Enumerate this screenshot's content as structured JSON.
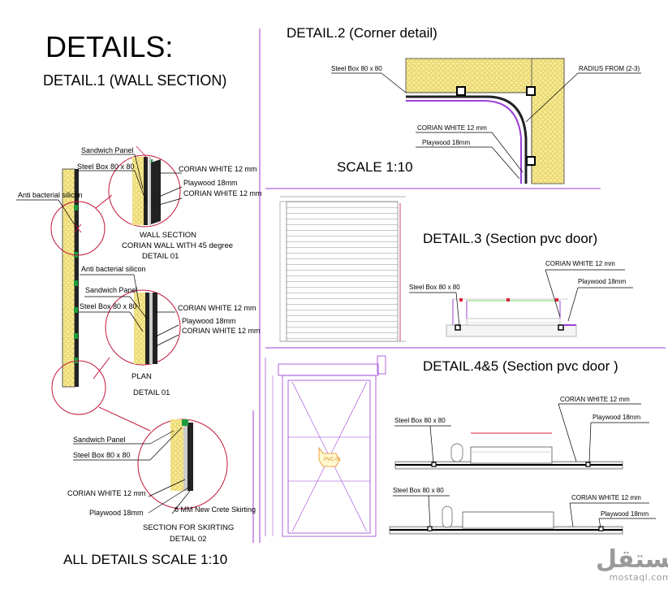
{
  "sheet": {
    "title": "DETAILS:",
    "footer": "ALL DETAILS SCALE 1:10"
  },
  "detail1": {
    "title": "DETAIL.1 (WALL SECTION)",
    "callout_top": {
      "sandwich_panel": "Sandwich Panel",
      "steel_box": "Steel Box 80 x 80",
      "anti_bacterial": "Anti bacterial silicon",
      "corian_white_1": "CORIAN WHITE 12 mm",
      "plywood": "Playwood 18mm",
      "corian_white_2": "CORIAN WHITE 12 mm",
      "caption_1": "WALL SECTION",
      "caption_2": "CORIAN WALL WITH 45 degree",
      "caption_3": "DETAIL 01"
    },
    "callout_mid": {
      "anti_bacterial": "Anti bacterial silicon",
      "sandwich_panel": "Sandwich Panel",
      "steel_box": "Steel Box 80 x 80",
      "corian_white_1": "CORIAN WHITE 12 mm",
      "plywood": "Playwood 18mm",
      "corian_white_2": "CORIAN WHITE 12 mm",
      "caption_1": "PLAN",
      "caption_2": "DETAIL 01"
    },
    "callout_bottom": {
      "sandwich_panel": "Sandwich Panel",
      "steel_box": "Steel Box 80 x 80",
      "corian_white": "CORIAN WHITE 12 mm",
      "plywood": "Playwood 18mm",
      "skirting": "6 MM New Crete Skirting",
      "caption_1": "SECTION FOR SKIRTING",
      "caption_2": "DETAIL 02"
    }
  },
  "detail2": {
    "title": "DETAIL.2 (Corner detail)",
    "steel_box": "Steel Box 80 x 80",
    "radius": "RADIUS FROM (2-3)",
    "corian_white": "CORIAN WHITE 12 mm",
    "plywood": "Playwood 18mm",
    "scale": "SCALE 1:10"
  },
  "detail3": {
    "title": "DETAIL.3 (Section pvc door)",
    "corian_white": "CORIAN WHITE 12 mm",
    "plywood": "Playwood 18mm",
    "steel_box": "Steel Box 80 x 80"
  },
  "detail45": {
    "title": "DETAIL.4&5 (Section pvc door )",
    "door_tag": "PVC-01",
    "upper": {
      "corian_white": "CORIAN WHITE 12 mm",
      "steel_box": "Steel Box 80 x 80",
      "plywood": "Playwood 18mm"
    },
    "lower": {
      "steel_box": "Steel Box 80 x 80",
      "corian_white": "CORIAN WHITE 12 mm",
      "plywood": "Playwood 18mm"
    }
  },
  "watermark": {
    "arabic": "مستقل",
    "latin": "mostaql.com"
  },
  "colors": {
    "insulation_fill": "#f7ec9a",
    "insulation_cell": "#d9b93a",
    "guide_purple": "#9b3fd6",
    "callout_red": "#c2183c",
    "dim_red": "#e0203a",
    "green_fix": "#1e9b3c",
    "steel_black": "#111111",
    "watermark": "#9a9a9a"
  }
}
